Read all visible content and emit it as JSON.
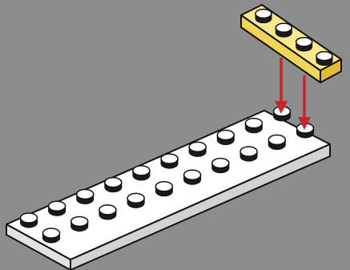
{
  "diagram": {
    "kind": "lego-assembly-step",
    "background_color": "#8d8d8d",
    "parts": [
      {
        "name": "white-plate",
        "description_color": "white",
        "studs_long": 10,
        "studs_wide": 2,
        "fill_top": "#ffffff",
        "fill_side": "#dcdcdc",
        "fill_front": "#cfcfcf",
        "stud_color": "#1a1a1a"
      },
      {
        "name": "yellow-plate",
        "description_color": "yellow",
        "studs_long": 4,
        "studs_wide": 1,
        "fill_top": "#fbe88a",
        "fill_side": "#f0cf4d",
        "fill_front": "#e6c23d",
        "stud_color": "#1a1a1a"
      }
    ],
    "arrows": {
      "count": 2,
      "color": "#cc2229",
      "direction": "down"
    },
    "outline_color": "#111111"
  }
}
